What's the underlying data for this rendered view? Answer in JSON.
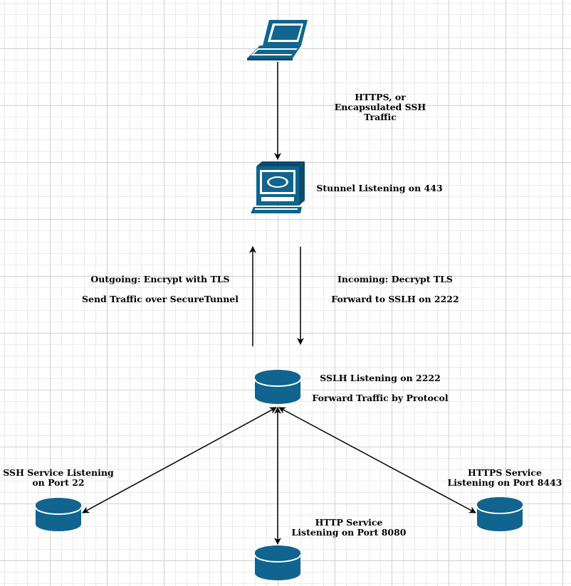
{
  "colors": {
    "icon": "#10648f",
    "icon_dark": "#0b4a6b",
    "arrow": "#000000"
  },
  "nodes": {
    "client": {
      "icon": "laptop-icon"
    },
    "stunnel": {
      "icon": "workstation-icon",
      "label": "Stunnel Listening on 443"
    },
    "sslh": {
      "icon": "database-icon",
      "label_line1": "SSLH Listening on 2222",
      "label_line2": "Forward Traffic by Protocol"
    },
    "ssh": {
      "icon": "database-icon",
      "label_line1": "SSH Service Listening",
      "label_line2": "on Port 22"
    },
    "http": {
      "icon": "database-icon",
      "label_line1": "HTTP Service",
      "label_line2": "Listening on Port 8080"
    },
    "https": {
      "icon": "database-icon",
      "label_line1": "HTTPS Service",
      "label_line2": "Listening on Port 8443"
    }
  },
  "edges": {
    "client_to_stunnel": {
      "label_lines": [
        "HTTPS, or",
        "Encapsulated SSH",
        "Traffic"
      ]
    },
    "outgoing": {
      "label_line1": "Outgoing: Encrypt with TLS",
      "label_line2": "Send Traffic over SecureTunnel"
    },
    "incoming": {
      "label_line1": "Incoming: Decrypt TLS",
      "label_line2": "Forward to SSLH on 2222"
    }
  }
}
